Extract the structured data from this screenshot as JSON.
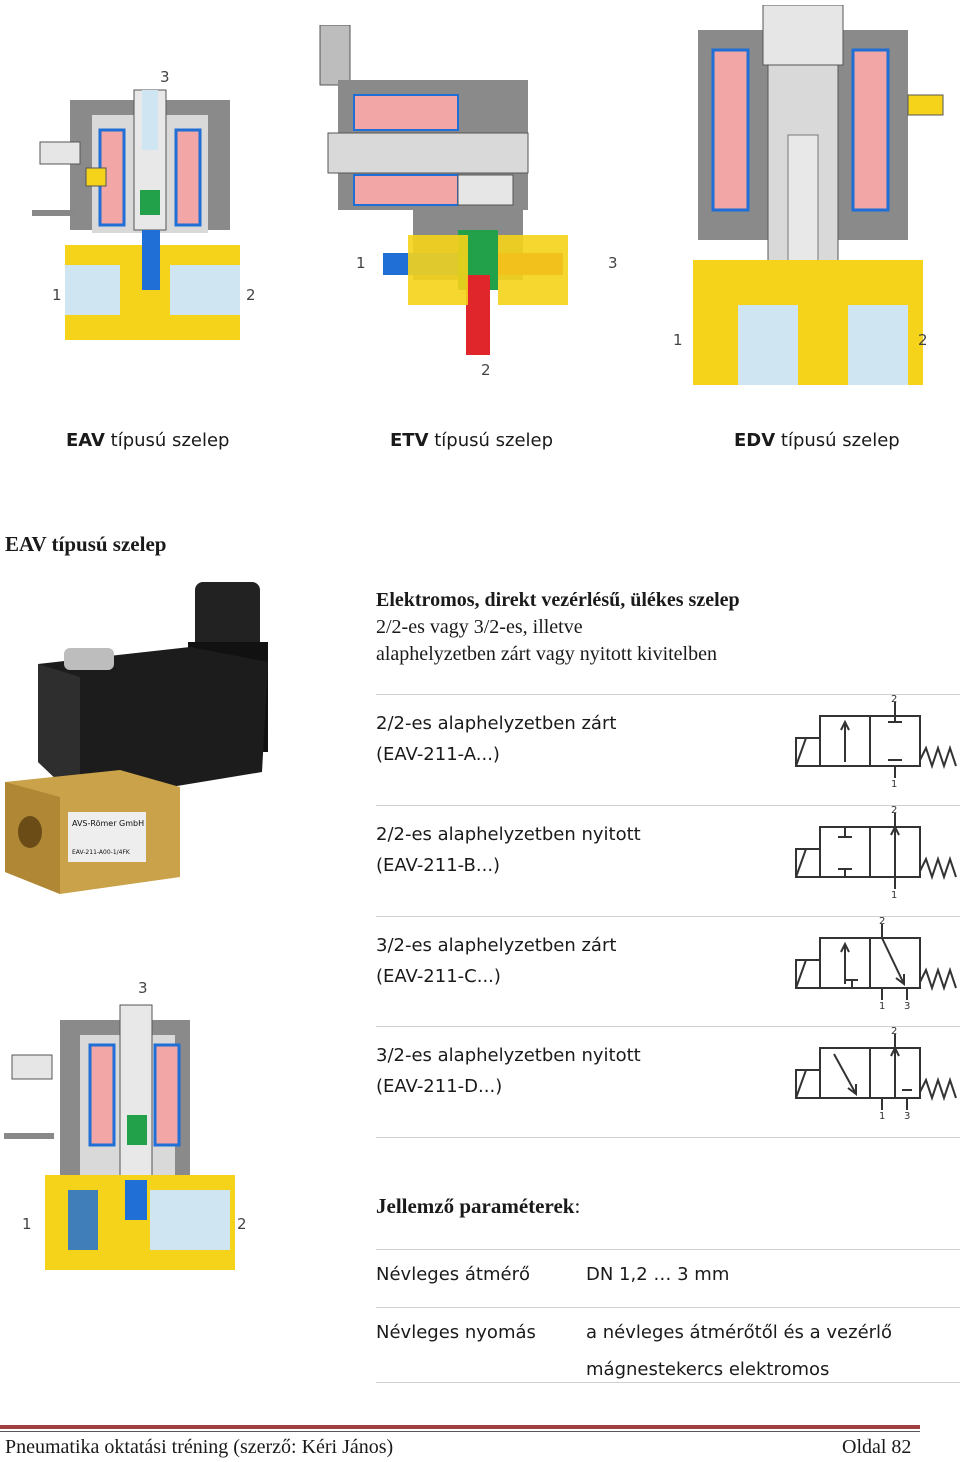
{
  "figures": {
    "eav": {
      "port_1": "1",
      "port_2": "2",
      "port_3": "3"
    },
    "etv": {
      "port_1": "1",
      "port_2": "2",
      "port_3": "3"
    },
    "edv": {
      "port_1": "1",
      "port_2": "2"
    }
  },
  "captions": [
    {
      "bold": "EAV",
      "rest": " típusú szelep"
    },
    {
      "bold": "ETV",
      "rest": " típusú szelep"
    },
    {
      "bold": "EDV",
      "rest": " típusú szelep"
    }
  ],
  "section_title": "EAV típusú szelep",
  "description": {
    "heading": "Elektromos, direkt vezérlésű, ülékes szelep",
    "line2": "2/2-es vagy 3/2-es, illetve",
    "line3": "alaphelyzetben zárt vagy nyitott kivitelben"
  },
  "product_label": {
    "brand": "AVS-Römer GmbH",
    "model": "EAV-211-A00-1/4FK"
  },
  "variants": [
    {
      "line1": "2/2-es alaphelyzetben zárt",
      "line2": "(EAV-211-A...)",
      "sym_top": "2",
      "sym_bottom_a": "1",
      "sym_bottom_b": ""
    },
    {
      "line1": "2/2-es alaphelyzetben nyitott",
      "line2": "(EAV-211-B...)",
      "sym_top": "2",
      "sym_bottom_a": "1",
      "sym_bottom_b": ""
    },
    {
      "line1": "3/2-es alaphelyzetben zárt",
      "line2": "(EAV-211-C...)",
      "sym_top": "2",
      "sym_bottom_a": "1",
      "sym_bottom_b": "3"
    },
    {
      "line1": "3/2-es alaphelyzetben nyitott",
      "line2": "(EAV-211-D...)",
      "sym_top": "2",
      "sym_bottom_a": "1",
      "sym_bottom_b": "3"
    }
  ],
  "bottom_figure": {
    "port_1": "1",
    "port_2": "2",
    "port_3": "3"
  },
  "params": {
    "heading": "Jellemző paraméterek",
    "colon": ":",
    "rows": [
      {
        "label": "Névleges átmérő",
        "value": "DN 1,2 … 3 mm"
      },
      {
        "label": "Névleges nyomás",
        "value": "a névleges átmérőtől és a vezérlő mágnestekercs elektromos"
      }
    ]
  },
  "footer": {
    "left": "Pneumatika oktatási tréning (szerző: Kéri János)",
    "right": "Oldal 82"
  },
  "colors": {
    "yellow": "#f5d31a",
    "coil": "#f2a6a6",
    "blue": "#1f6fd6",
    "red": "#e0262a",
    "green": "#22a04a",
    "grey": "#7d7d7d",
    "light": "#cfe6f2"
  }
}
